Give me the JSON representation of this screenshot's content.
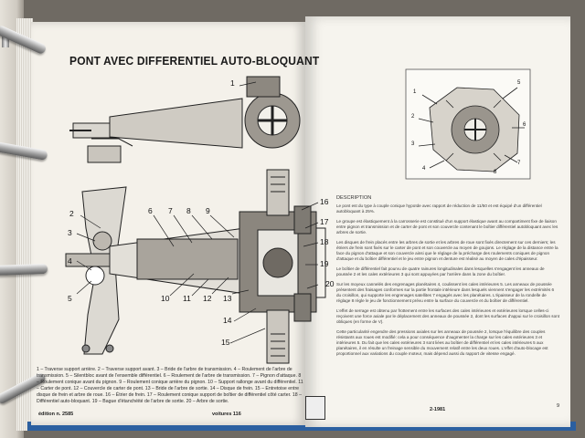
{
  "title": "PONT AVEC DIFFERENTIEL AUTO-BLOQUANT",
  "callouts_main": [
    "1",
    "2",
    "3",
    "4",
    "5",
    "6",
    "7",
    "8",
    "9",
    "10",
    "11",
    "12",
    "13",
    "14",
    "15",
    "16",
    "17",
    "18",
    "19",
    "20"
  ],
  "caption": "1 – Traverse support arrière. 2 – Traverse support avant. 3 – Bride de l'arbre de transmission. 4 – Roulement de l'arbre de transmission. 5 – Silentbloc avant de l'ensemble différentiel. 6 – Roulement de l'arbre de transmission. 7 – Pignon d'attaque. 8 – Roulement conique avant du pignon. 9 – Roulement conique arrière du pignon. 10 – Support rallonge avant du différentiel. 11 – Carter de pont. 12 – Couvercle de carter de pont. 13 – Bride de l'arbre de sortie. 14 – Disque de frein. 15 – Entretoise entre disque de frein et arbre de roue. 16 – Étrier de frein. 17 – Roulement conique support de boîtier de différentiel côté carter. 18 – Différentiel auto-bloquant. 19 – Bague d'étanchéité de l'arbre de sortie. 20 – Arbre de sortie.",
  "footer": {
    "edition": "édition n. 2585",
    "model": "voitures 116",
    "date": "2-1981",
    "page": "9"
  },
  "description": {
    "heading": "DESCRIPTION",
    "paragraphs": [
      "Le pont est du type à couple conique hypoïde avec rapport de réduction de 11/50 et est équipé d'un différentiel autobloquant à 25%.",
      "Le groupe est élastiquement à la carrosserie est constitué d'un support élastique avant au compartiment fixe de liaison entre pignon et transmission et de carter de pont et son couvercle contenant le boîtier différentiel autobloquant avec les arbres de sortie.",
      "Les disques de frein placés entre les arbres de sortie et les arbres de roue sont fixés directement sur ces derniers; les étriers de frein sont fixés sur le carter de pont et son couvercle au moyen de goujons. Le réglage de la distance entre la face du pignon d'attaque et son couvercle ainsi que le réglage de la précharge des roulements coniques de pignon d'attaque et du boîtier différentiel et le jeu entre pignon et denture est réalisé au moyen de cales d'épaisseur.",
      "Le boîtier de différentiel fait pourvu de quatre rainures longitudinales dans lesquelles s'engagent les anneaux de poussée 2 et les cales extérieures 3 qui sont appuyées par l'arrière dans la zone du boîtier.",
      "Sur les moyeux cannelés des engrenages planétaires 4, coulissent les cales intérieures 5. Les anneaux de poussée présentent des fraisages conformes sur la partie frontale intérieure dans lesquels viennent s'engager les extrémités 6 du croisillon, qui supporte les engrenages satellites 7 engagés avec les planétaires. L'épaisseur de la rondelle de réglage 8 règle le jeu de fonctionnement prévu entre la surface du couvercle et du boîtier de différentiel.",
      "L'effet de serrage est obtenu par frottement entre les surfaces des cales intérieures et extérieures lorsque celles-ci reçoivent une force axiale par le déplacement des anneaux de poussée 2, dont les surfaces d'appui sur le croisillon sont obliques (en forme de V).",
      "Cette particularité engendre des pressions axiales sur les anneaux de poussée 2, lorsque l'équilibre des couples résistants aux roues est modifié: cela a pour conséquence d'augmenter la charge sur les cales extérieures 3 et intérieures 5. Du fait que les cales extérieures 3 sont liées au boîtier de différentiel et les cales intérieures 5 aux planétaires, il en résulte un freinage sensible du mouvement relatif entre les deux roues. L'effet d'auto-blocage est proportionnel aux variations du couple moteur, mais dépend aussi du rapport de vitesse engagé."
    ]
  },
  "inset_callouts": [
    "1",
    "2",
    "3",
    "4",
    "5",
    "6",
    "7",
    "8"
  ],
  "colors": {
    "ink": "#1f1f1f",
    "binder_edge": "#2b5fa0",
    "paper": "#f4f1ea"
  }
}
